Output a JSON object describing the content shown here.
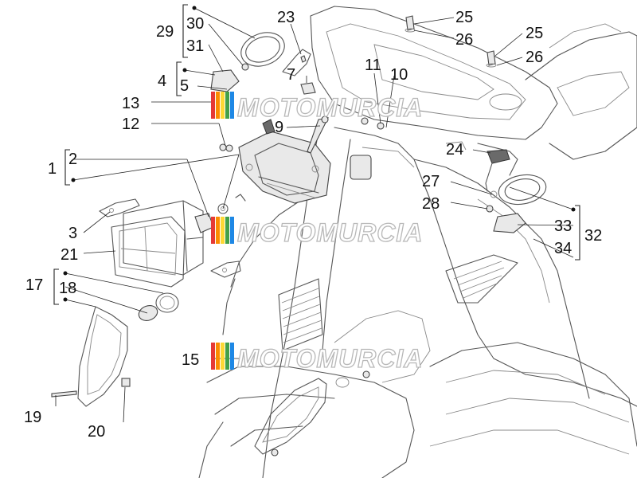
{
  "callouts": {
    "c1": "1",
    "c2": "2",
    "c3": "3",
    "c4": "4",
    "c5": "5",
    "c7": "7",
    "c9": "9",
    "c10": "10",
    "c11": "11",
    "c12": "12",
    "c13": "13",
    "c15": "15",
    "c17": "17",
    "c18": "18",
    "c19": "19",
    "c20": "20",
    "c21": "21",
    "c23": "23",
    "c24": "24",
    "c25a": "25",
    "c25b": "25",
    "c26a": "26",
    "c26b": "26",
    "c27": "27",
    "c28": "28",
    "c29": "29",
    "c30": "30",
    "c31": "31",
    "c32": "32",
    "c33": "33",
    "c34": "34"
  },
  "watermark": {
    "text": "MOTOMURCIA",
    "colors": [
      "#e53935",
      "#fb8c00",
      "#fdd835",
      "#43a047",
      "#1e88e5"
    ]
  },
  "colors": {
    "line": "#555555",
    "label": "#111111"
  }
}
